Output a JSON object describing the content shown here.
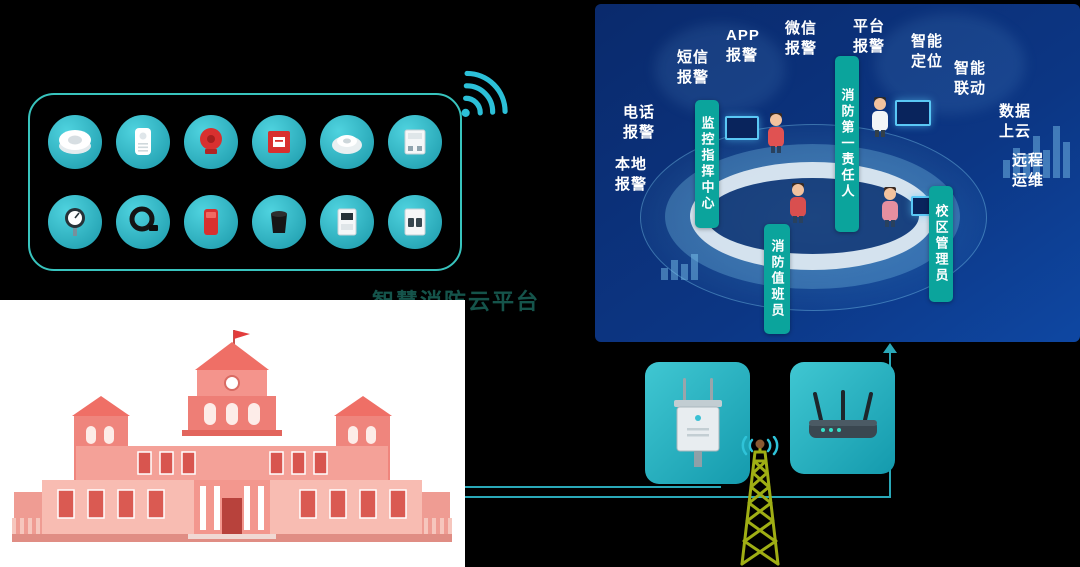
{
  "canvas": {
    "background": "#000000",
    "accent_teal": "#2aa8b8"
  },
  "sensor_box": {
    "border_color": "#38c4be",
    "wifi_icon": "wifi-signal-icon",
    "devices": [
      "smoke-detector",
      "gas-detector",
      "fire-alarm-bell",
      "manual-call-point",
      "dome-detector",
      "din-rail-module",
      "pressure-sensor",
      "cable-sensor",
      "red-transmitter",
      "liquid-level-sensor",
      "energy-meter",
      "circuit-breaker"
    ]
  },
  "platform_panel": {
    "background": "#0c3684",
    "role_bar_color": "#0ba49c",
    "alarms": {
      "phone": "电话报警",
      "local": "本地报警",
      "sms": "短信报警",
      "app": "APP报警",
      "wechat": "微信报警",
      "platform": "平台报警"
    },
    "features": {
      "positioning": "智能定位",
      "linkage": "智能联动",
      "cloud": "数据上云",
      "ops": "远程运维"
    },
    "roles": {
      "command_center": "监控指挥中心",
      "first_responsible": "消防第一责任人",
      "duty_officer": "消防值班员",
      "campus_admin": "校区管理员"
    }
  },
  "caption": {
    "text": "智慧消防云平台",
    "color": "#15544b"
  },
  "network": {
    "gateway_icon": "outdoor-gateway-icon",
    "router_icon": "wireless-router-icon",
    "tower_icon": "signal-tower-icon",
    "line_color": "#2aa8b8"
  },
  "building": {
    "icon": "school-building-illustration"
  }
}
